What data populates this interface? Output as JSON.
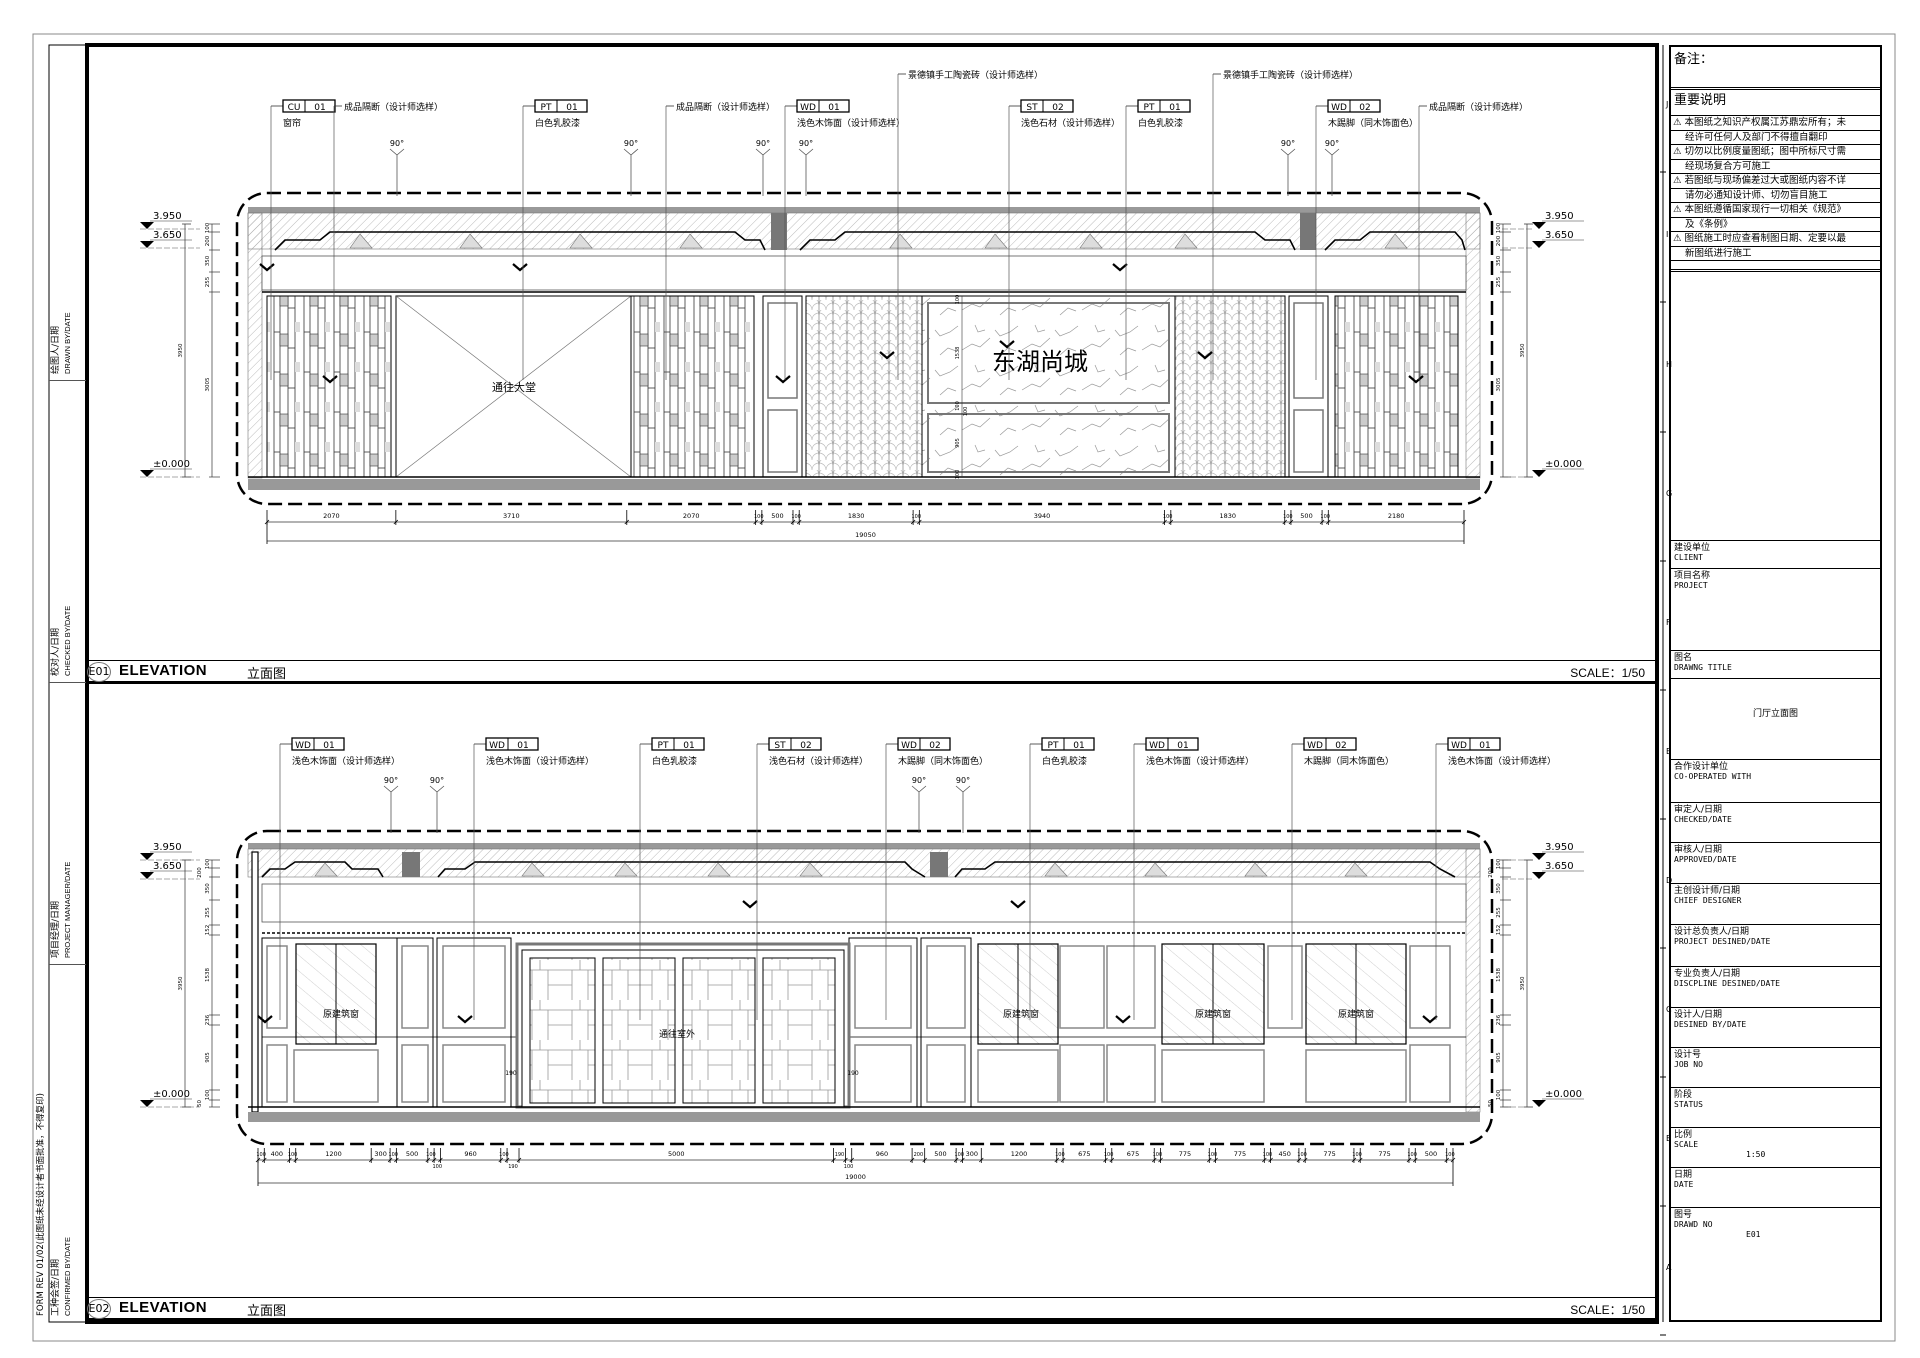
{
  "sheet": {
    "form_rev": "FORM REV 01/02(此图纸未经设计者书面批准，不得复印)",
    "grid_letters": [
      "J",
      "I",
      "H",
      "G",
      "F",
      "E",
      "D",
      "C",
      "B",
      "A"
    ]
  },
  "left_strip": [
    {
      "cn": "绘图人/日期",
      "en": "DRAWN BY/DATE"
    },
    {
      "cn": "校对人/日期",
      "en": "CHECKED BY/DATE"
    },
    {
      "cn": "项目经理/日期",
      "en": "PROJECT MANAGER/DATE"
    },
    {
      "cn": "工种会签/日期",
      "en": "CONFIRMED BY/DATE"
    }
  ],
  "elevation1": {
    "code": "E01",
    "title_en": "ELEVATION",
    "title_cn": "立面图",
    "scale": "SCALE：1/50",
    "levels": [
      "3.950",
      "3.650",
      "±0.000"
    ],
    "angle": "90°",
    "annotations": [
      {
        "code": "CU",
        "num": "01",
        "desc": "窗帘"
      },
      {
        "text": "成品隔断（设计师选样）"
      },
      {
        "code": "PT",
        "num": "01",
        "desc": "白色乳胶漆"
      },
      {
        "text": "成品隔断（设计师选样）"
      },
      {
        "code": "WD",
        "num": "01",
        "desc": "浅色木饰面（设计师选样）"
      },
      {
        "text": "景德镇手工陶瓷砖（设计师选样）"
      },
      {
        "code": "ST",
        "num": "02",
        "desc": "浅色石材（设计师选样）"
      },
      {
        "code": "PT",
        "num": "01",
        "desc": "白色乳胶漆"
      },
      {
        "text": "景德镇手工陶瓷砖（设计师选样）"
      },
      {
        "code": "WD",
        "num": "02",
        "desc": "木踢脚（同木饰面色）"
      },
      {
        "text": "成品隔断（设计师选样）"
      }
    ],
    "labels": {
      "door": "通往大堂",
      "sign": "东湖尚城"
    },
    "dims": [
      "2070",
      "3710",
      "2070",
      "100",
      "500",
      "100",
      "1830",
      "100",
      "3940",
      "100",
      "1830",
      "100",
      "500",
      "100",
      "2180"
    ],
    "total": "19050",
    "vdims_small": [
      "100",
      "200",
      "350",
      "255",
      "3005"
    ],
    "vdim_total": "3950",
    "panel_dims": [
      "100",
      "1538",
      "100",
      "100",
      "905",
      "100"
    ]
  },
  "elevation2": {
    "code": "E02",
    "title_en": "ELEVATION",
    "title_cn": "立面图",
    "scale": "SCALE：1/50",
    "levels": [
      "3.950",
      "3.650",
      "±0.000"
    ],
    "angle": "90°",
    "annotations": [
      {
        "code": "WD",
        "num": "01",
        "desc": "浅色木饰面（设计师选样）"
      },
      {
        "code": "WD",
        "num": "01",
        "desc": "浅色木饰面（设计师选样）"
      },
      {
        "code": "PT",
        "num": "01",
        "desc": "白色乳胶漆"
      },
      {
        "code": "ST",
        "num": "02",
        "desc": "浅色石材（设计师选样）"
      },
      {
        "code": "WD",
        "num": "02",
        "desc": "木踢脚（同木饰面色）"
      },
      {
        "code": "PT",
        "num": "01",
        "desc": "白色乳胶漆"
      },
      {
        "code": "WD",
        "num": "01",
        "desc": "浅色木饰面（设计师选样）"
      },
      {
        "code": "WD",
        "num": "02",
        "desc": "木踢脚（同木饰面色）"
      },
      {
        "code": "WD",
        "num": "01",
        "desc": "浅色木饰面（设计师选样）"
      }
    ],
    "labels": {
      "window": "原建筑窗",
      "door": "通往室外",
      "gap": "190"
    },
    "dims": [
      "100",
      "400",
      "100",
      "1200",
      "300",
      "100",
      "500",
      "100",
      "100",
      "960",
      "100",
      "190",
      "5000",
      "190",
      "100",
      "960",
      "200",
      "500",
      "100",
      "300",
      "1200",
      "100",
      "675",
      "100",
      "675",
      "100",
      "775",
      "100",
      "775",
      "100",
      "450",
      "100",
      "775",
      "100",
      "775",
      "100",
      "500",
      "100"
    ],
    "total": "19000",
    "vdims_small": [
      "100",
      "200",
      "350",
      "255",
      "152",
      "1538",
      "236",
      "905",
      "100",
      "50"
    ],
    "vdim_total": "3950"
  },
  "title_block": {
    "remarks_label": "备注：",
    "important_label": "重要说明",
    "notes": [
      [
        "本图纸之知识产权属江苏鼎宏所有；未",
        "经许可任何人及部门不得擅自翻印"
      ],
      [
        "切勿以比例度量图纸；图中所标尺寸需",
        "经现场复合方可施工"
      ],
      [
        "若图纸与现场偏差过大或图纸内容不详",
        "请勿必通知设计师、切勿盲目施工"
      ],
      [
        "本图纸遵循国家现行一切相关《规范》",
        "及《条例》"
      ],
      [
        "图纸施工时应查看制图日期、定要以最",
        "新图纸进行施工"
      ]
    ],
    "warning_icon": "warning-triangle-icon",
    "fields": [
      {
        "cn": "建设单位",
        "en": "CLIENT",
        "value": ""
      },
      {
        "cn": "项目名称",
        "en": "PROJECT",
        "value": ""
      },
      {
        "cn": "图名",
        "en": "DRAWNG TITLE",
        "value": ""
      },
      {
        "cn": "",
        "en": "",
        "value": "门厅立面图"
      },
      {
        "cn": "合作设计单位",
        "en": "CO-OPERATED WITH",
        "value": ""
      },
      {
        "cn": "审定人/日期",
        "en": "CHECKED/DATE",
        "value": ""
      },
      {
        "cn": "审核人/日期",
        "en": "APPROVED/DATE",
        "value": ""
      },
      {
        "cn": "主创设计师/日期",
        "en": "CHIEF DESIGNER",
        "value": ""
      },
      {
        "cn": "设计总负责人/日期",
        "en": "PROJECT DESINED/DATE",
        "value": ""
      },
      {
        "cn": "专业负责人/日期",
        "en": "DISCPLINE DESINED/DATE",
        "value": ""
      },
      {
        "cn": "设计人/日期",
        "en": "DESINED BY/DATE",
        "value": ""
      },
      {
        "cn": "设计号",
        "en": "JOB NO",
        "value": ""
      },
      {
        "cn": "阶段",
        "en": "STATUS",
        "value": ""
      },
      {
        "cn": "比例",
        "en": "SCALE",
        "value": "1:50"
      },
      {
        "cn": "日期",
        "en": "DATE",
        "value": ""
      },
      {
        "cn": "图号",
        "en": "DRAWD NO",
        "value": "E01"
      }
    ]
  }
}
